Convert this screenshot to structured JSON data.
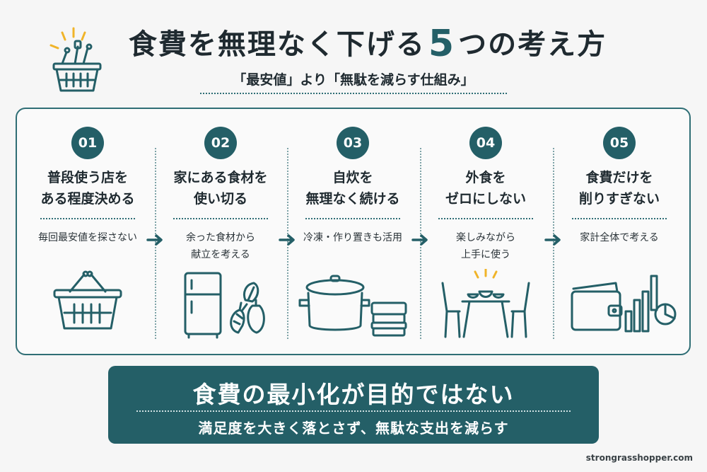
{
  "header": {
    "title_before": "食費を無理なく下げる",
    "title_number": "5",
    "title_after": "つの考え方",
    "subtitle": "「最安値」より「無駄を減らす仕組み」",
    "icon": "shopping-basket-icon"
  },
  "steps": [
    {
      "number": "01",
      "title_line1": "普段使う店を",
      "title_line2": "ある程度決める",
      "desc_line1": "毎回最安値を探さない",
      "desc_line2": "",
      "icon": "shopping-basket-icon"
    },
    {
      "number": "02",
      "title_line1": "家にある食材を",
      "title_line2": "使い切る",
      "desc_line1": "余った食材から",
      "desc_line2": "献立を考える",
      "icon": "refrigerator-vegetables-icon"
    },
    {
      "number": "03",
      "title_line1": "自炊を",
      "title_line2": "無理なく続ける",
      "desc_line1": "冷凍・作り置きも活用",
      "desc_line2": "",
      "icon": "pot-containers-icon"
    },
    {
      "number": "04",
      "title_line1": "外食を",
      "title_line2": "ゼロにしない",
      "desc_line1": "楽しみながら",
      "desc_line2": "上手に使う",
      "icon": "dining-table-icon"
    },
    {
      "number": "05",
      "title_line1": "食費だけを",
      "title_line2": "削りすぎない",
      "desc_line1": "家計全体で考える",
      "desc_line2": "",
      "icon": "wallet-chart-icon"
    }
  ],
  "banner": {
    "main": "食費の最小化が目的ではない",
    "sub": "満足度を大きく落とさず、無駄な支出を減らす"
  },
  "footer": {
    "site": "strongrasshopper.com"
  },
  "colors": {
    "accent": "#245f67",
    "background": "#f6f6f6",
    "text": "#1f2a30"
  }
}
